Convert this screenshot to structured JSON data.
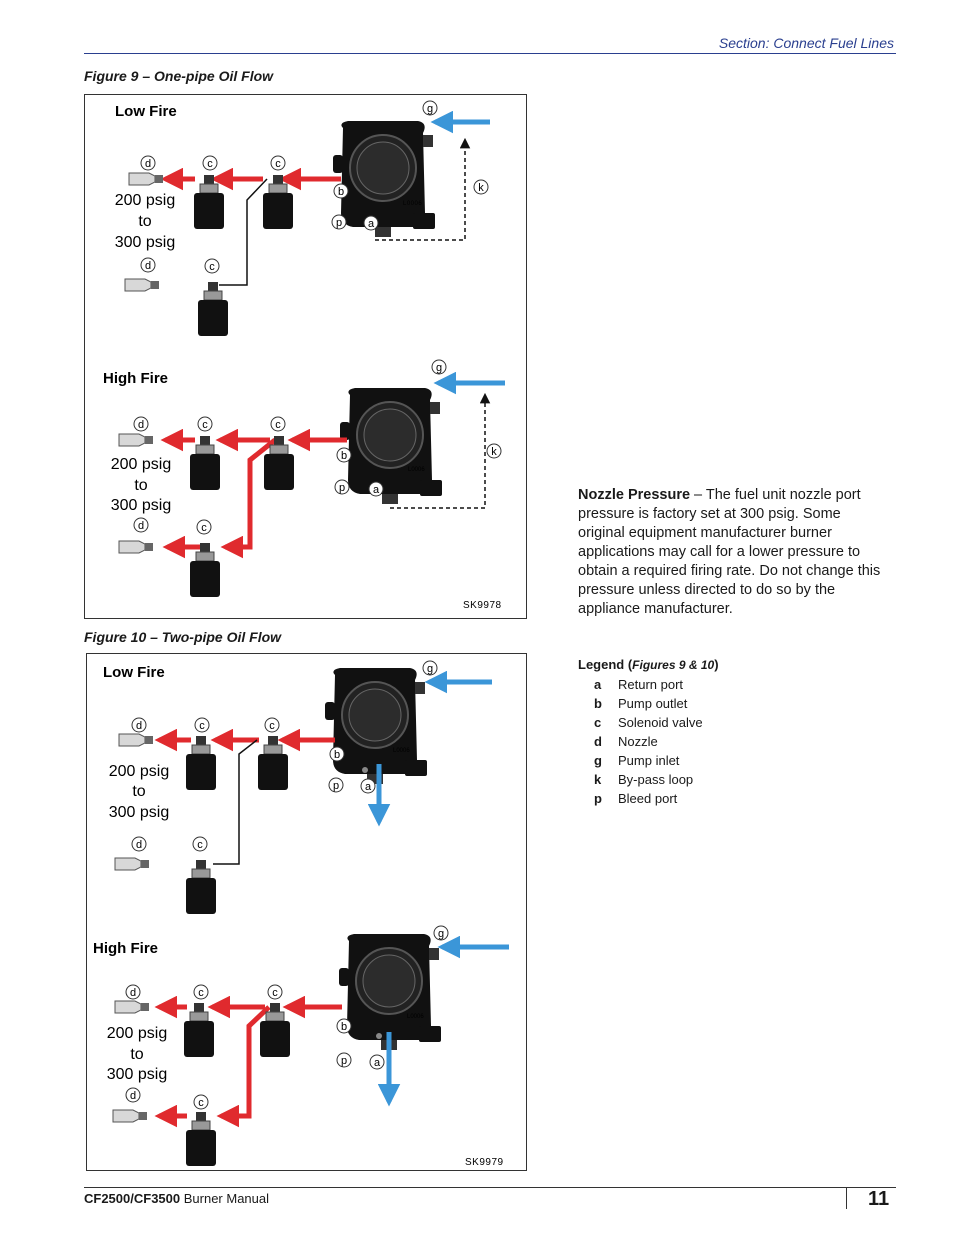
{
  "header": {
    "section": "Section: Connect Fuel Lines"
  },
  "figure9": {
    "caption": "Figure 9 – One-pipe Oil Flow",
    "low_fire": "Low Fire",
    "high_fire": "High Fire",
    "pressure_line1": "200 psig",
    "pressure_line2": "to",
    "pressure_line3": "300 psig",
    "sketch_id": "SK9978",
    "pump_code": "L0006"
  },
  "figure10": {
    "caption": "Figure 10 – Two-pipe Oil Flow",
    "low_fire": "Low Fire",
    "high_fire": "High Fire",
    "pressure_line1": "200 psig",
    "pressure_line2": "to",
    "pressure_line3": "300 psig",
    "sketch_id": "SK9979",
    "pump_code": "L0006"
  },
  "callouts": {
    "a": "a",
    "b": "b",
    "c": "c",
    "d": "d",
    "g": "g",
    "k": "k",
    "p": "p"
  },
  "nozzle_pressure": {
    "heading": "Nozzle Pressure",
    "body": " – The fuel unit nozzle port pressure is factory set at 300 psig. Some original equipment manufacturer burner applications may call for a lower pressure to obtain a required firing rate. Do not change this pressure unless directed to do so by the appliance manufacturer."
  },
  "legend": {
    "title": "Legend (",
    "title_ref": "Figures 9 & 10",
    "title_close": ")",
    "items": [
      {
        "key": "a",
        "label": "Return port"
      },
      {
        "key": "b",
        "label": "Pump outlet"
      },
      {
        "key": "c",
        "label": "Solenoid valve"
      },
      {
        "key": "d",
        "label": "Nozzle"
      },
      {
        "key": "g",
        "label": "Pump inlet"
      },
      {
        "key": "k",
        "label": "By-pass loop"
      },
      {
        "key": "p",
        "label": "Bleed port"
      }
    ]
  },
  "footer": {
    "model": "CF2500/CF3500",
    "title": " Burner Manual",
    "page": "11"
  },
  "colors": {
    "oil_flow": "#e02a2e",
    "inlet_return": "#3b96d8",
    "accent_blue": "#2a3f8f"
  }
}
